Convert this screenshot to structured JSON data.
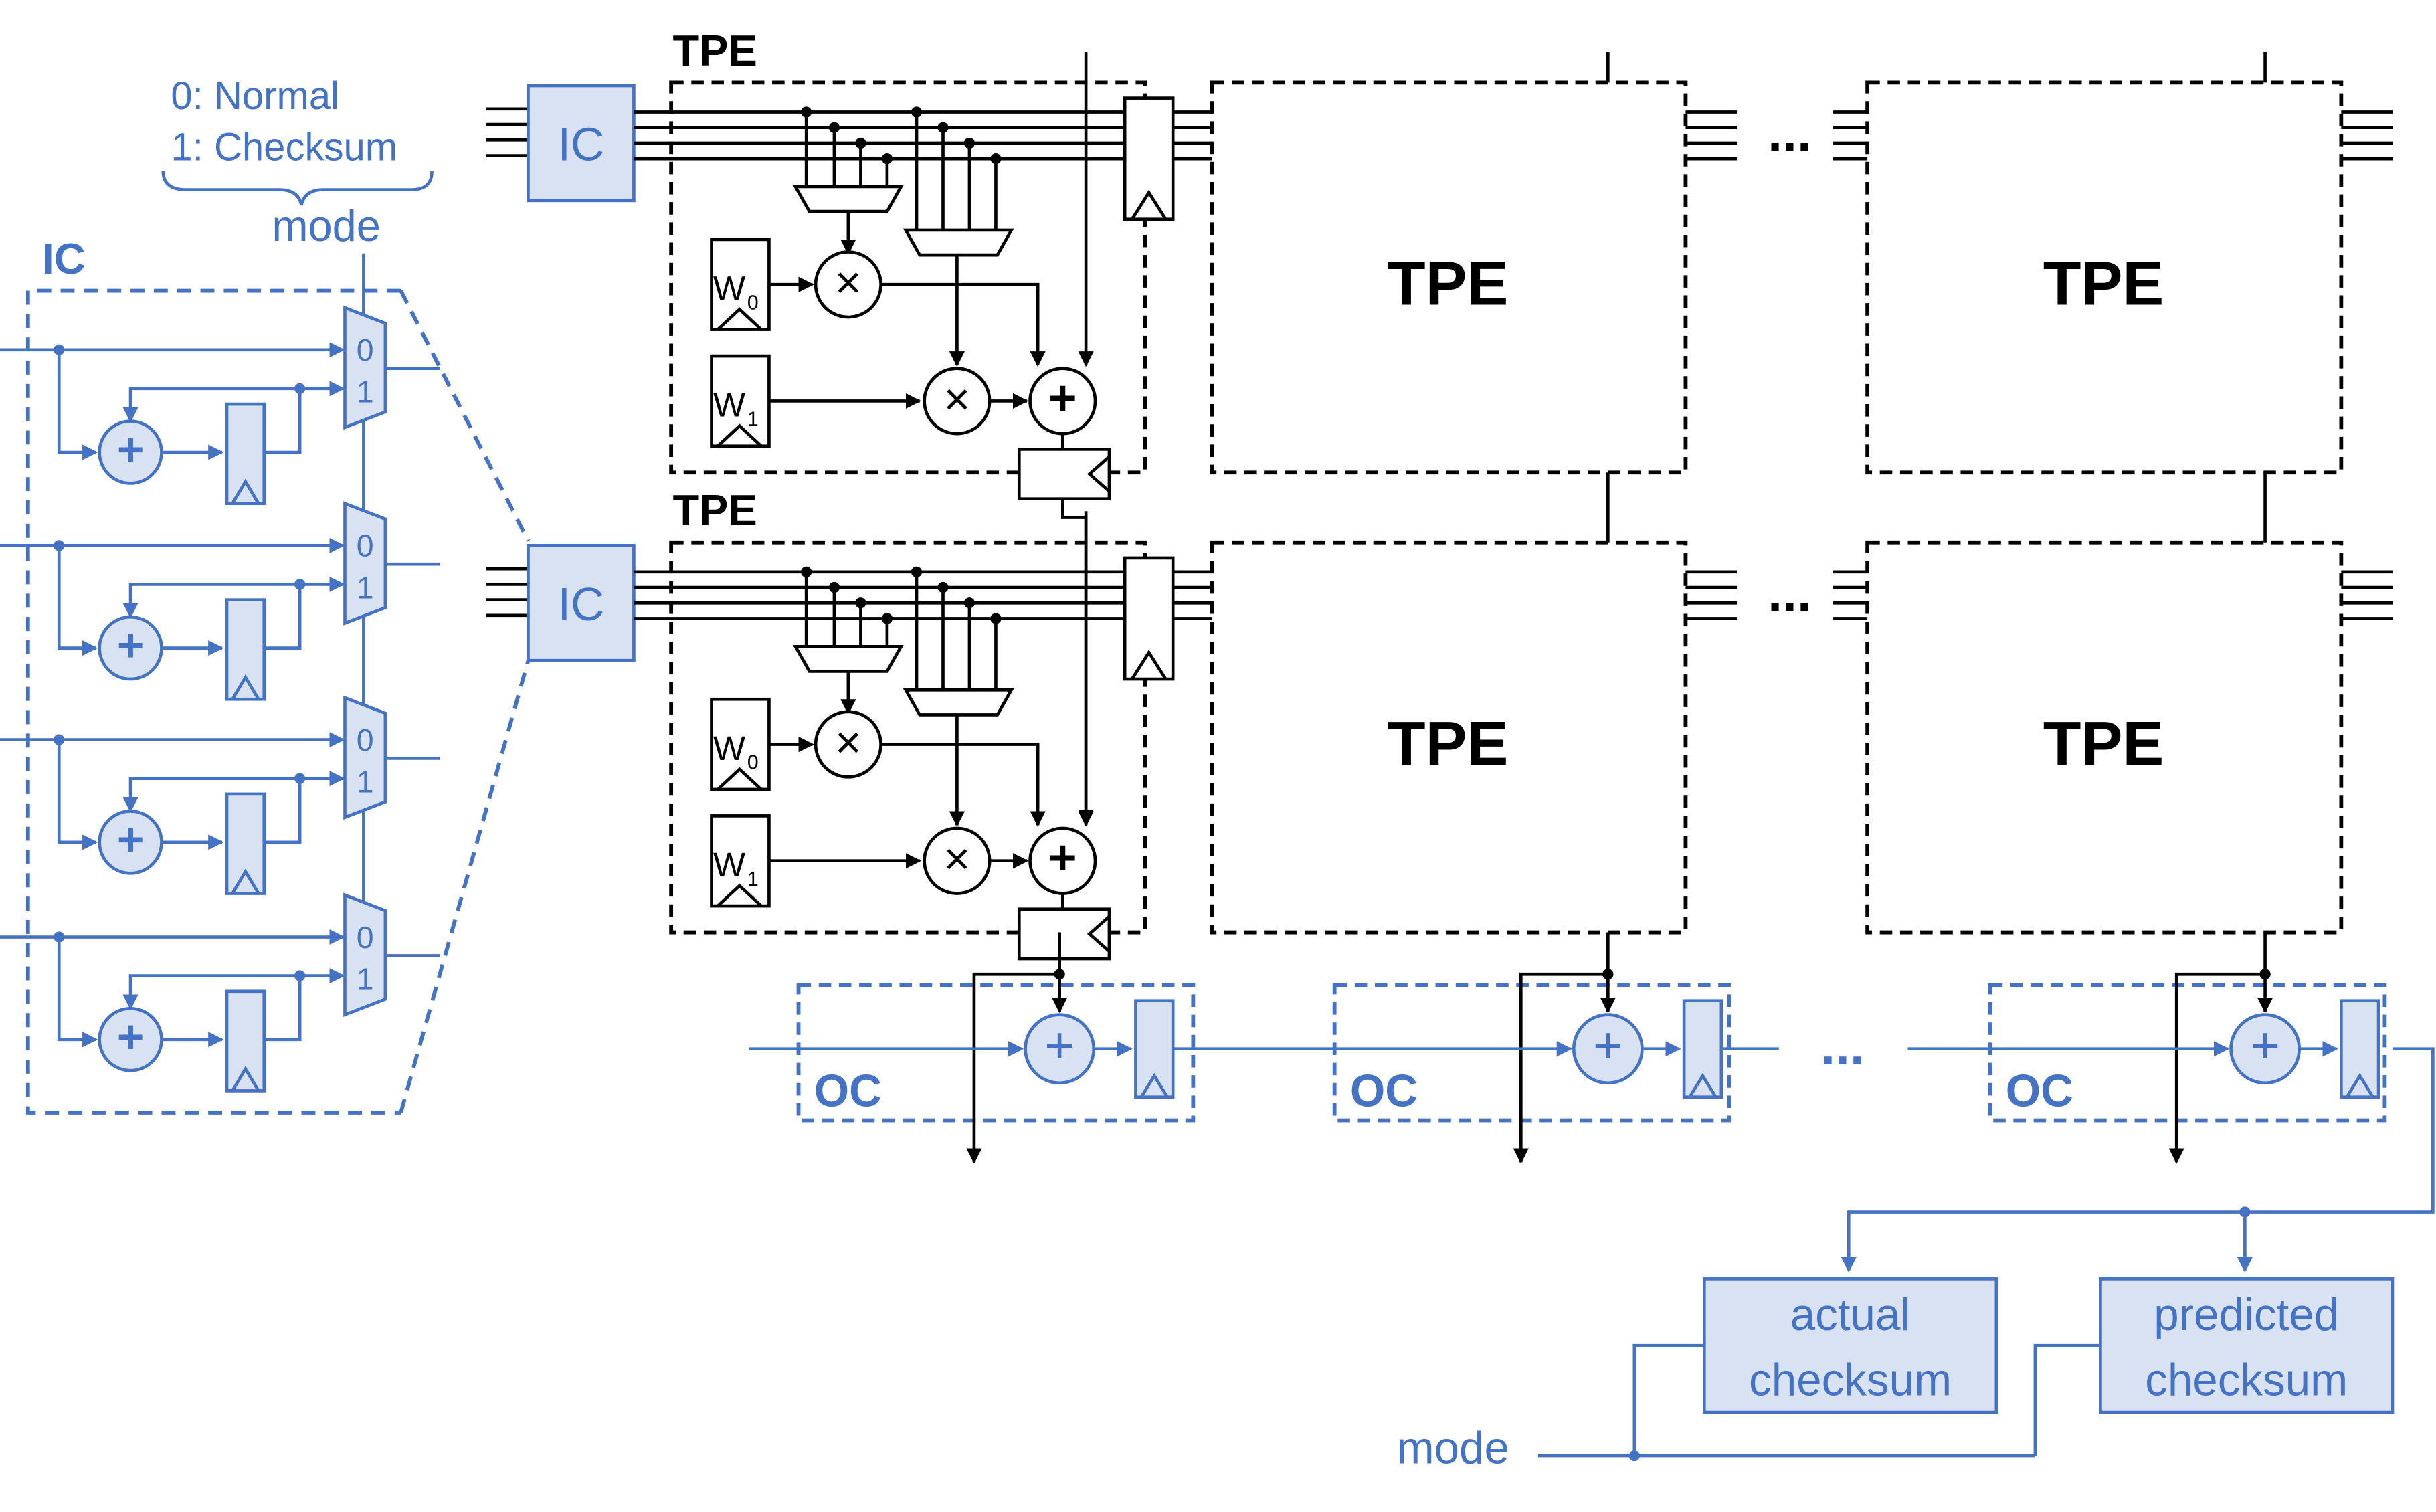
{
  "colors": {
    "blue": "#4472c4",
    "blue_fill": "#d9e2f3",
    "black": "#000000"
  },
  "mode_legend": {
    "normal": "0: Normal",
    "checksum": "1: Checksum"
  },
  "mode_label": "mode",
  "ic_zoom_label": "IC",
  "ic_block_label": "IC",
  "mux_in0": "0",
  "mux_in1": "1",
  "plus_glyph": "+",
  "times_glyph": "×",
  "tpe_label": "TPE",
  "w0": "W",
  "w1": "W",
  "w0_sub": "0",
  "w1_sub": "1",
  "ellipsis": "...",
  "oc_label": "OC",
  "actual_checksum": [
    "actual",
    "checksum"
  ],
  "predicted_checksum": [
    "predicted",
    "checksum"
  ],
  "bottom_mode_label": "mode"
}
